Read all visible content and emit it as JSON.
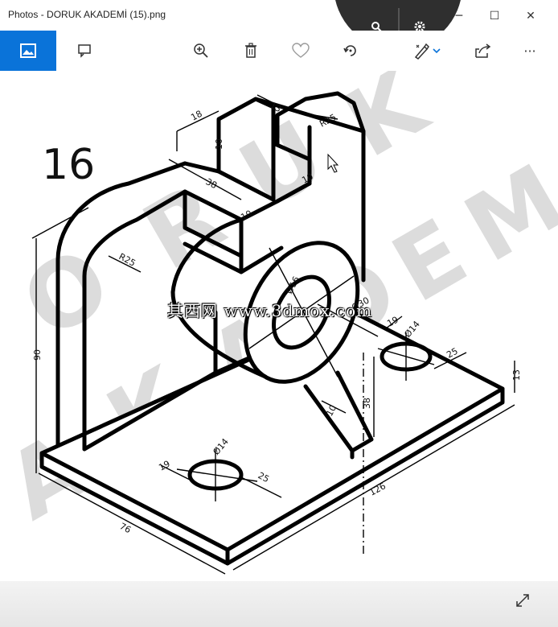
{
  "window": {
    "title": "Photos - DORUK AKADEMİ (15).png",
    "minimize": "─",
    "maximize": "☐",
    "close": "✕"
  },
  "toolbar": {
    "more_label": "···"
  },
  "drawing": {
    "number": "16",
    "watermark_letters": [
      "O",
      "R",
      "U",
      "K",
      "A",
      "K",
      "A",
      "D",
      "E",
      "M"
    ],
    "dims": {
      "d18": "18",
      "d13": "13",
      "r25_top": "R25",
      "d10a": "10",
      "d10b": "10",
      "d10c": "10",
      "d38_top": "38",
      "r25_side": "R25",
      "d90": "90",
      "phi16": "Ø16",
      "phi30": "Ø30",
      "d19_right": "19",
      "phi14_right": "Ø14",
      "d25_right": "25",
      "d13_right": "13",
      "d38_vert": "38",
      "d10_rib": "10",
      "phi14_front": "Ø14",
      "d19_front": "19",
      "d25_front": "25",
      "d126": "126",
      "d76": "76"
    }
  },
  "site_watermark": "其西网 www.3dmox.com",
  "colors": {
    "accent": "#0a73d9",
    "watermark_gray": "#dcdcdc"
  }
}
